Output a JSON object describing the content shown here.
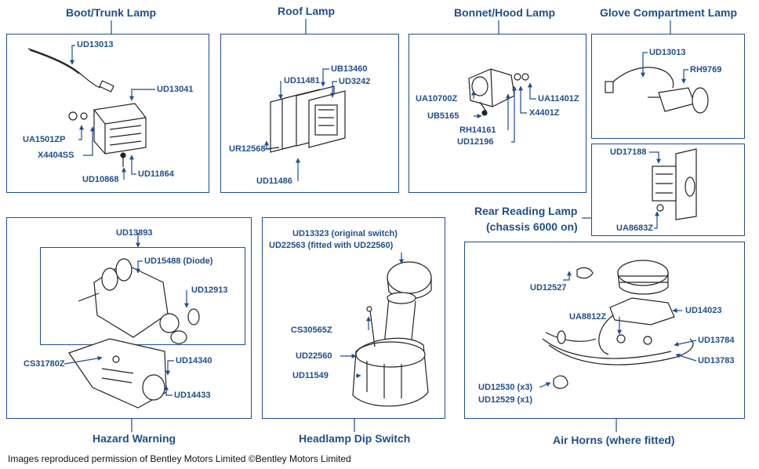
{
  "titles": {
    "boot": "Boot/Trunk Lamp",
    "roof": "Roof Lamp",
    "bonnet": "Bonnet/Hood Lamp",
    "glove": "Glove Compartment Lamp",
    "rear_reading": "Rear Reading Lamp",
    "rear_reading_sub": "(chassis 6000 on)",
    "hazard": "Hazard Warning",
    "dip": "Headlamp Dip Switch",
    "horns": "Air Horns (where fitted)"
  },
  "parts": {
    "boot": [
      "UD13013",
      "UD13041",
      "UA1501ZP",
      "X4404SS",
      "UD10868",
      "UD11864"
    ],
    "roof": [
      "UB13460",
      "UD11481",
      "UD3242",
      "UR12568",
      "UD11486"
    ],
    "bonnet": [
      "UA10700Z",
      "UA11401Z",
      "UB5165",
      "X4401Z",
      "RH14161",
      "UD12196"
    ],
    "glove": [
      "UD13013",
      "RH9769"
    ],
    "rear_reading": [
      "UD17188",
      "UA8683Z"
    ],
    "hazard": [
      "UD13893",
      "UD15488 (Diode)",
      "UD12913",
      "CS31780Z",
      "UD14340",
      "UD14433"
    ],
    "dip": [
      "UD13323 (original switch)",
      "UD22563 (fitted with UD22560)",
      "CS30565Z",
      "UD22560",
      "UD11549"
    ],
    "horns": [
      "UD12527",
      "UD14023",
      "UA8812Z",
      "UD13784",
      "UD13783",
      "UD12530 (x3)",
      "UD12529 (x1)"
    ]
  },
  "footer": "Images reproduced permission of Bentley Motors Limited ©Bentley Motors Limited",
  "colors": {
    "accent": "#1f4e8c",
    "drawing": "#222222"
  }
}
